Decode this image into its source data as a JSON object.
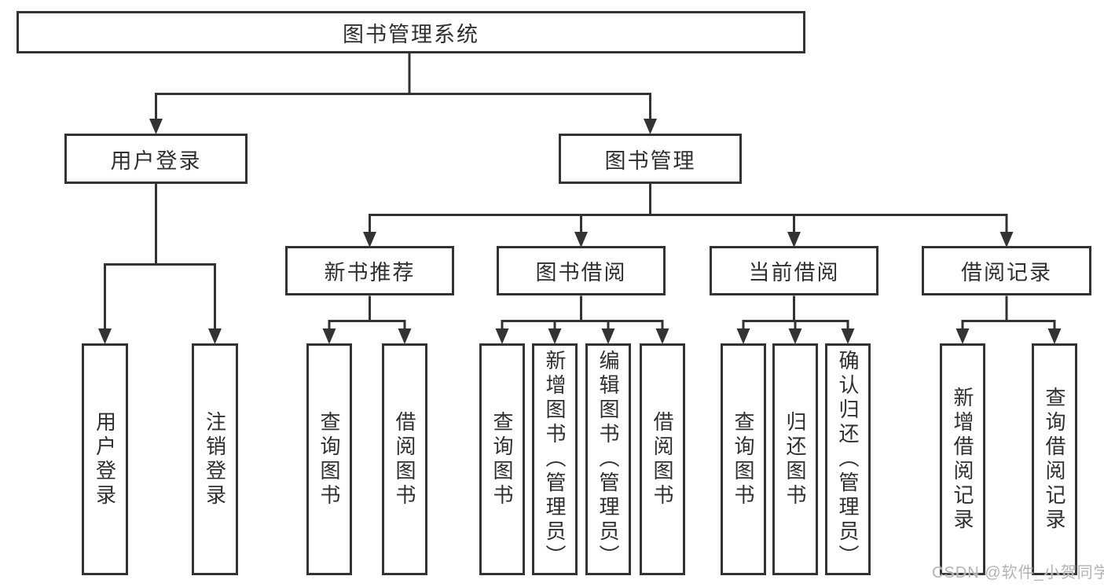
{
  "diagram": {
    "root": {
      "label": "图书管理系统"
    },
    "level2": [
      {
        "label": "用户登录"
      },
      {
        "label": "图书管理"
      }
    ],
    "level3": [
      {
        "label": "新书推荐"
      },
      {
        "label": "图书借阅"
      },
      {
        "label": "当前借阅"
      },
      {
        "label": "借阅记录"
      }
    ],
    "leaves": {
      "user_login": [
        {
          "label": "用户登录"
        },
        {
          "label": "注销登录"
        }
      ],
      "new_book_recommend": [
        {
          "label": "查询图书"
        },
        {
          "label": "借阅图书"
        }
      ],
      "book_borrowing": [
        {
          "label": "查询图书"
        },
        {
          "label": "新增图书（管理员）"
        },
        {
          "label": "编辑图书（管理员）"
        },
        {
          "label": "借阅图书"
        }
      ],
      "current_borrowing": [
        {
          "label": "查询图书"
        },
        {
          "label": "归还图书"
        },
        {
          "label": "确认归还（管理员）"
        }
      ],
      "borrowing_records": [
        {
          "label": "新增借阅记录"
        },
        {
          "label": "查询借阅记录"
        }
      ]
    }
  },
  "watermark": {
    "text": "CSDN @软件_小贺同学"
  },
  "colors": {
    "line": "#333333",
    "text": "#2f2f2f",
    "watermark": "#b3b3b3",
    "background": "#ffffff"
  }
}
